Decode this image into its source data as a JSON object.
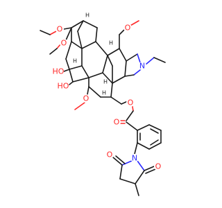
{
  "atoms": {
    "o_methoxy_top_left": "O",
    "o_methoxy_left": "O",
    "o_methoxy_top_right": "O",
    "n_amine": "N",
    "o_hydroxy_1": "HO",
    "o_hydroxy_2": "HO",
    "o_methoxy_lower": "O",
    "o_ester": "O",
    "o_carbonyl": "O",
    "o_imide_top": "O",
    "o_imide_right": "O",
    "n_imide": "N",
    "h_top": "H",
    "h_left": "H",
    "h_right": "H",
    "h_mid": "H",
    "h_lower": "H"
  }
}
